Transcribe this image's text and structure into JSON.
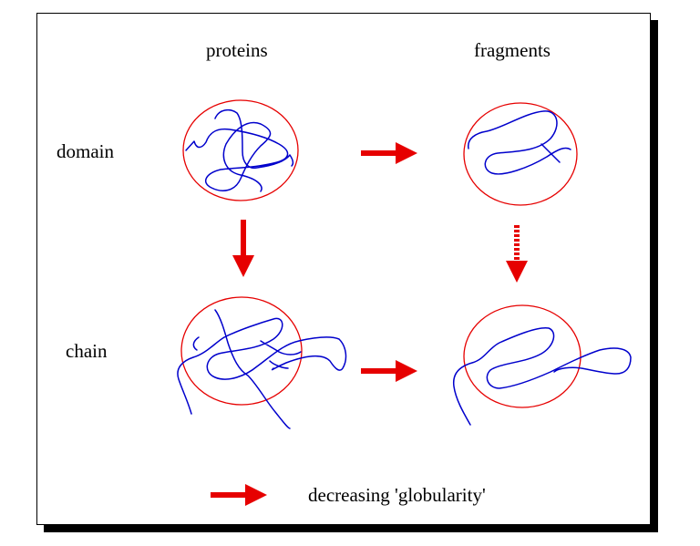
{
  "headers": {
    "proteins": "proteins",
    "fragments": "fragments"
  },
  "rows": {
    "domain": "domain",
    "chain": "chain"
  },
  "legend": {
    "label": "decreasing 'globularity'"
  },
  "colors": {
    "boundary": "#e60000",
    "chain_line": "#0000cc",
    "arrow": "#e60000"
  }
}
